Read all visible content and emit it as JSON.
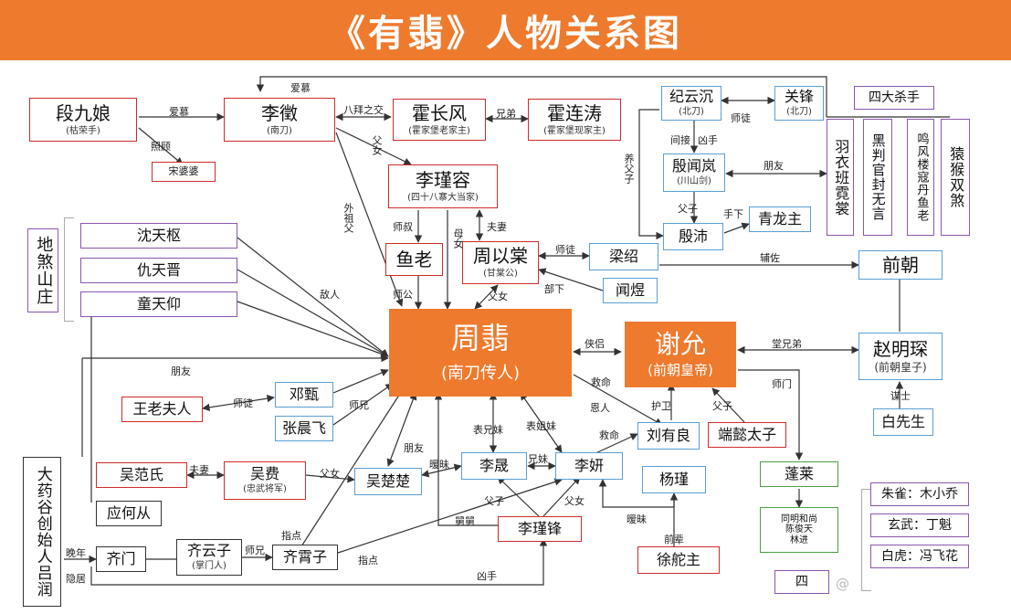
{
  "title": "《有翡》人物关系图",
  "nodes": {
    "duanjiuniang": {
      "name": "段九娘",
      "sub": "(枯荣手)"
    },
    "songpopo": {
      "name": "宋婆婆"
    },
    "lihui": {
      "name": "李徵",
      "sub": "(南刀)"
    },
    "huochangfeng": {
      "name": "霍长风",
      "sub": "(霍家堡老家主)"
    },
    "huoliantao": {
      "name": "霍连涛",
      "sub": "(霍家堡现家主)"
    },
    "lijinrong": {
      "name": "李瑾容",
      "sub": "(四十八寨大当家)"
    },
    "yulao": {
      "name": "鱼老"
    },
    "zhouyitang": {
      "name": "周以棠",
      "sub": "(甘棠公)"
    },
    "liangshao": {
      "name": "梁绍"
    },
    "wenyu": {
      "name": "闻煜"
    },
    "jiyunchen": {
      "name": "纪云沉",
      "sub": "(北刀)"
    },
    "guanfeng": {
      "name": "关锋",
      "sub": "(北刀)"
    },
    "yinwenlan": {
      "name": "殷闻岚",
      "sub": "(川山剑)"
    },
    "yinpei": {
      "name": "殷沛"
    },
    "qinglongzhu": {
      "name": "青龙主"
    },
    "sidashashou": {
      "name": "四大杀手"
    },
    "yuyiban": {
      "name": "羽衣班霓裳"
    },
    "heipan": {
      "name": "黑判官封无言"
    },
    "mingfeng": {
      "name": "鸣风楼寇丹鱼老"
    },
    "yuanhou": {
      "name": "猿猴双煞"
    },
    "qianchao": {
      "name": "前朝"
    },
    "zhoufei": {
      "name": "周翡",
      "sub": "(南刀传人)"
    },
    "xieyun": {
      "name": "谢允",
      "sub": "(前朝皇帝)"
    },
    "zhaomingchen": {
      "name": "赵明琛",
      "sub": "(前朝皇子)"
    },
    "baixiansheng": {
      "name": "白先生"
    },
    "dishashanzhuang": {
      "name": "地煞山庄"
    },
    "shentianshu": {
      "name": "沈天枢"
    },
    "choutianjin": {
      "name": "仇天晋"
    },
    "tongtianyang": {
      "name": "童天仰"
    },
    "wanglaofuren": {
      "name": "王老夫人"
    },
    "dengzhen": {
      "name": "邓甄"
    },
    "zhangchenfei": {
      "name": "张晨飞"
    },
    "wufanshi": {
      "name": "吴范氏"
    },
    "wufei": {
      "name": "吴费",
      "sub": "(忠武将军)"
    },
    "wuchuchu": {
      "name": "吴楚楚"
    },
    "lisheng": {
      "name": "李晟"
    },
    "liyan": {
      "name": "李妍"
    },
    "liuyouliang": {
      "name": "刘有良"
    },
    "duanyi": {
      "name": "端懿太子"
    },
    "yangjin": {
      "name": "杨瑾"
    },
    "lijinfeng": {
      "name": "李瑾锋"
    },
    "xushezhu": {
      "name": "徐舵主"
    },
    "penglai": {
      "name": "蓬莱"
    },
    "penglai_sub": {
      "name": "同明和尚\n陈俊天\n林进"
    },
    "dayaogu": {
      "name": "大药谷创始人吕润"
    },
    "yingcong": {
      "name": "应何从"
    },
    "qimen": {
      "name": "齐门"
    },
    "qiyunzi": {
      "name": "齐云子",
      "sub": "(掌门人)"
    },
    "qixiaozi": {
      "name": "齐霄子"
    },
    "zhuque": {
      "name": "朱雀：木小乔"
    },
    "xuanwu": {
      "name": "玄武：丁魁"
    },
    "baihu": {
      "name": "白虎：冯飞花"
    },
    "bottom_partial": {
      "name": "四"
    }
  },
  "labels": {
    "aimu1": "爱慕",
    "aimu2": "爱慕",
    "zhaogu": "照顾",
    "babai": "八拜之交",
    "xiongdi": "兄弟",
    "fuoxiang": "父女",
    "waizufu": "外祖父",
    "shishu": "师叔",
    "fuqi": "夫妻",
    "munu": "母女",
    "shigong": "师公",
    "fuvnu2": "父女",
    "shitu1": "师徒",
    "buxia": "部下",
    "shitu2": "师徒",
    "jianjie": "间接",
    "xiongshou1": "凶手",
    "yangfuzi": "养父子",
    "pengyou1": "朋友",
    "fuzi1": "父子",
    "shouxia": "手下",
    "fuzuo": "辅佐",
    "banlv": "侠侣",
    "tangxiongdi": "堂兄弟",
    "mouchang": "谋士",
    "diren": "敌人",
    "pengyou2": "朋友",
    "shitu3": "师徒",
    "shixiong1": "师兄",
    "jiuming1": "救命",
    "enren": "恩人",
    "huwei": "护卫",
    "fuzi2": "父子",
    "shimen": "师门",
    "biaoxiongmei": "表兄妹",
    "biaojiemei": "表姐妹",
    "jiuming2": "救命",
    "pengyou3": "朋友",
    "aimei1": "暧昧",
    "xiongmei": "兄妹",
    "fuzi3": "父子",
    "funu3": "父女",
    "aimei2": "暧昧",
    "qianbei": "前辈",
    "jiujiu": "舅舅",
    "fuqi2": "夫妻",
    "funu4": "父女",
    "zhidian1": "指点",
    "zhidian2": "指点",
    "xiongshou2": "凶手",
    "wannian": "晚年",
    "yinju": "隐居",
    "shixiong2": "师兄"
  },
  "watermark": "@"
}
